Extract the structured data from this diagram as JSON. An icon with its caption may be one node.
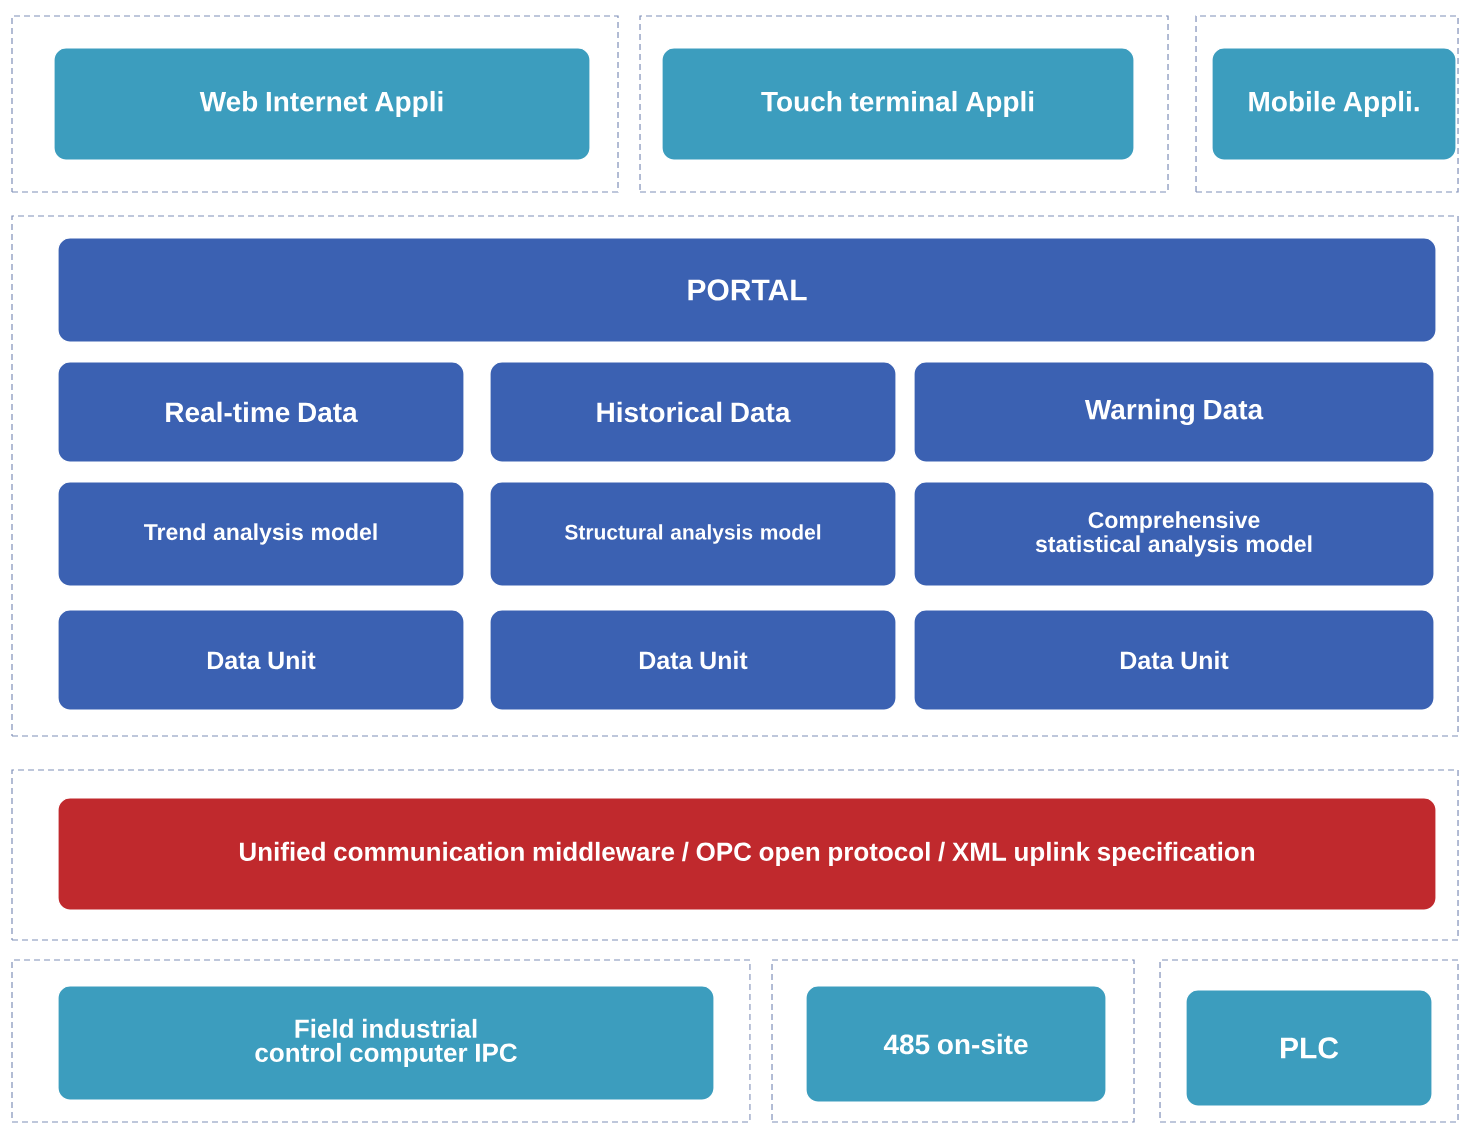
{
  "diagram": {
    "nodes": [
      {
        "text": [],
        "shape": "box"
      },
      {
        "text": [
          "Web Internet Appli"
        ],
        "in": 0
      },
      {
        "text": [],
        "shape": "box"
      },
      {
        "text": [
          "Touch terminal Appli"
        ],
        "in": 2
      },
      {
        "text": [],
        "shape": "box"
      },
      {
        "text": [
          "Mobile Appli."
        ],
        "in": 4
      },
      {
        "text": [],
        "shape": "box"
      },
      {
        "text": [
          "PORTAL"
        ],
        "in": 6
      },
      {
        "text": [
          "Real-time Data"
        ],
        "in": 6
      },
      {
        "text": [
          "Historical Data"
        ],
        "in": 6
      },
      {
        "text": [
          "Warning Data"
        ],
        "in": 6
      },
      {
        "text": [
          "Trend analysis model"
        ],
        "in": 6
      },
      {
        "text": [
          "Structural analysis model"
        ],
        "in": 6
      },
      {
        "text": [
          "Comprehensive statistical analysis model"
        ],
        "in": 6
      },
      {
        "text": [
          "Data Unit"
        ],
        "in": 6
      },
      {
        "text": [
          "Data Unit"
        ],
        "in": 6
      },
      {
        "text": [
          "Data Unit"
        ],
        "in": 6
      },
      {
        "text": [],
        "shape": "box"
      },
      {
        "text": [
          "Unified communication middleware / OPC open protocol / XML uplink specification"
        ],
        "in": 17
      },
      {
        "text": [],
        "shape": "box"
      },
      {
        "text": [
          "Field industrial control computer IPC"
        ],
        "in": 19
      },
      {
        "text": [],
        "shape": "box"
      },
      {
        "text": [
          "485 on-site"
        ],
        "in": 21
      },
      {
        "text": [],
        "shape": "box"
      },
      {
        "text": [
          "PLC"
        ],
        "in": 23
      }
    ]
  }
}
